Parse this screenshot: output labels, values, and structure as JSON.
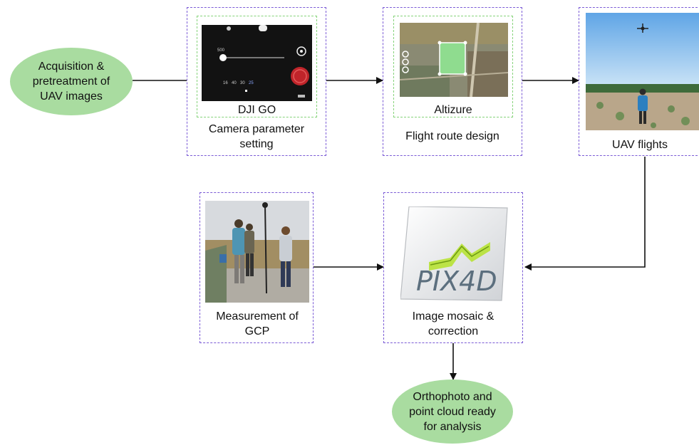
{
  "nodes": {
    "start": "Acquisition & pretreatment of UAV images",
    "dji_app": "DJI GO",
    "camera_step": "Camera parameter setting",
    "altizure_app": "Altizure",
    "route_step": "Flight route design",
    "flight_step": "UAV flights",
    "gcp_step": "Measurement of GCP",
    "mosaic_step": "Image mosaic & correction",
    "end": "Orthophoto and point cloud ready for analysis"
  },
  "dji_screen": {
    "value_top": "500",
    "row_values": [
      "16",
      "40",
      "30",
      "25"
    ]
  },
  "logo": {
    "brand": "PIX4D"
  },
  "colors": {
    "oval_fill": "#a9dca0",
    "outer_dash": "#7b5bd6",
    "inner_dash": "#86d37a",
    "arrow": "#111111"
  }
}
